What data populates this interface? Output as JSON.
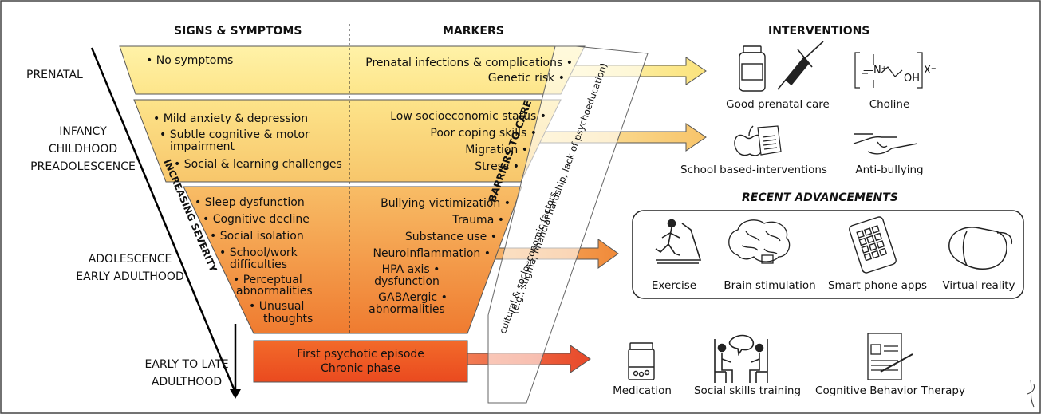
{
  "headers": {
    "signs": "SIGNS & SYMPTOMS",
    "markers": "MARKERS",
    "interventions": "INTERVENTIONS"
  },
  "stages": [
    "PRENATAL",
    "INFANCY",
    "CHILDHOOD",
    "PREADOLESCENCE",
    "ADOLESCENCE",
    "EARLY ADULTHOOD",
    "EARLY TO LATE",
    "ADULTHOOD"
  ],
  "severity_label": "INCREASING SEVERITY",
  "symptoms": [
    "No symptoms",
    "Mild anxiety & depression",
    "Subtle cognitive & motor",
    "impairment",
    "Social & learning challenges",
    "Sleep dysfunction",
    "Cognitive decline",
    "Social isolation",
    "School/work",
    "difficulties",
    "Perceptual",
    "abnormalities",
    "Unusual",
    "thoughts"
  ],
  "markers": [
    "Prenatal infections & complications",
    "Genetic risk",
    "Low socioeconomic status",
    "Poor coping skills",
    "Migration",
    "Stress",
    "Bullying victimization",
    "Trauma",
    "Substance use",
    "Neuroinflammation",
    "HPA axis",
    "dysfunction",
    "GABAergic",
    "abnormalities"
  ],
  "adulthood_box": [
    "First psychotic episode",
    "Chronic phase"
  ],
  "barriers": {
    "title": "BARRIERS TO CARE",
    "line1": "cultural & socioeconomic factors",
    "line2": "(e.g., stigma, financial hardship, lack of psychoeducation)"
  },
  "choline_formula": {
    "n": "—N⁺",
    "oh": "OH",
    "x": "X⁻"
  },
  "interventions": [
    "Good prenatal care",
    "Choline",
    "School based-interventions",
    "Anti-bullying"
  ],
  "recent": {
    "title": "RECENT ADVANCEMENTS",
    "items": [
      "Exercise",
      "Brain stimulation",
      "Smart phone apps",
      "Virtual reality"
    ]
  },
  "adult_interventions": [
    "Medication",
    "Social skills training",
    "Cognitive Behavior Therapy"
  ],
  "colors": {
    "prenatal": "#fde58a",
    "childhood": "#f7c66b",
    "adolescence": "#ef7b30",
    "adulthood": "#ea4a1f"
  }
}
